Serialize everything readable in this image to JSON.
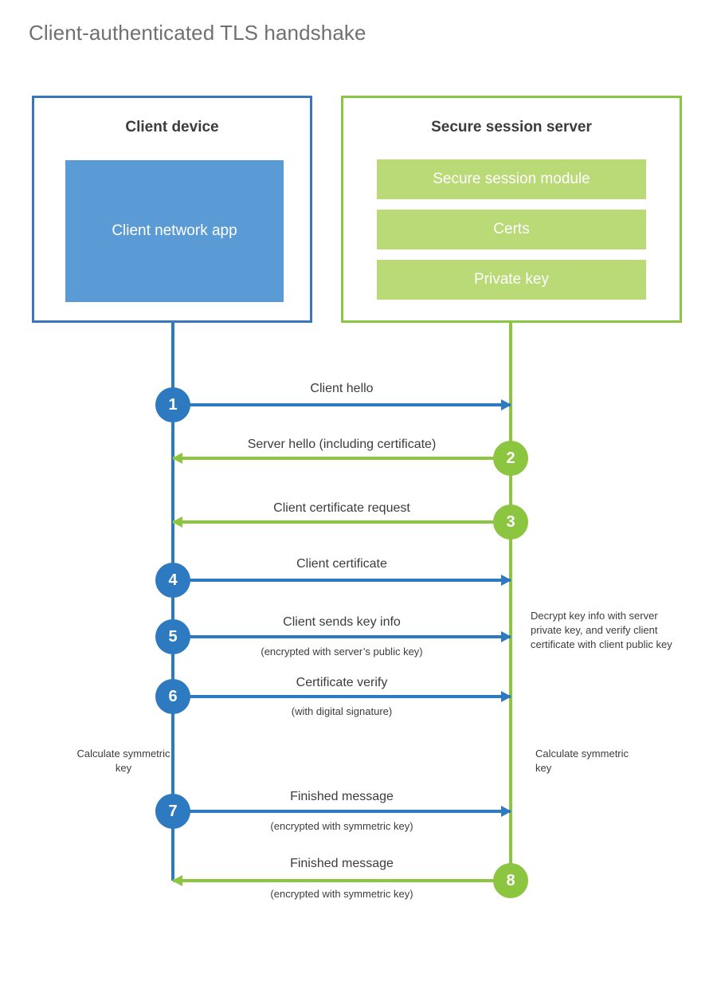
{
  "title": "Client-authenticated TLS handshake",
  "colors": {
    "client_accent": "#2e7ac0",
    "client_border": "#3b77b8",
    "client_app_fill": "#5b9bd5",
    "server_accent": "#8cc641",
    "server_bar_fill": "#bada77",
    "text": "#3c3c3b",
    "title_text": "#6f7072"
  },
  "parties": {
    "client": {
      "title": "Client device",
      "blocks": [
        {
          "label": "Client network app"
        }
      ]
    },
    "server": {
      "title": "Secure session server",
      "blocks": [
        {
          "label": "Secure session module"
        },
        {
          "label": "Certs"
        },
        {
          "label": "Private key"
        }
      ]
    }
  },
  "steps": [
    {
      "number": "1",
      "label": "Client hello",
      "sublabel": "",
      "direction": "client-to-server",
      "color": "blue"
    },
    {
      "number": "2",
      "label": "Server hello (including certificate)",
      "sublabel": "",
      "direction": "server-to-client",
      "color": "green"
    },
    {
      "number": "3",
      "label": "Client certificate request",
      "sublabel": "",
      "direction": "server-to-client",
      "color": "green"
    },
    {
      "number": "4",
      "label": "Client certificate",
      "sublabel": "",
      "direction": "client-to-server",
      "color": "blue"
    },
    {
      "number": "5",
      "label": "Client sends key info",
      "sublabel": "(encrypted with server’s public key)",
      "direction": "client-to-server",
      "color": "blue"
    },
    {
      "number": "6",
      "label": "Certificate verify",
      "sublabel": "(with digital signature)",
      "direction": "client-to-server",
      "color": "blue"
    },
    {
      "number": "7",
      "label": "Finished message",
      "sublabel": "(encrypted with symmetric key)",
      "direction": "client-to-server",
      "color": "blue"
    },
    {
      "number": "8",
      "label": "Finished message",
      "sublabel": "(encrypted with symmetric key)",
      "direction": "server-to-client",
      "color": "green"
    }
  ],
  "annotations": {
    "server_decrypt": "Decrypt key info with server private key, and verify client certificate with client public key",
    "client_calculate": "Calculate symmetric key",
    "server_calculate": "Calculate symmetric key"
  }
}
